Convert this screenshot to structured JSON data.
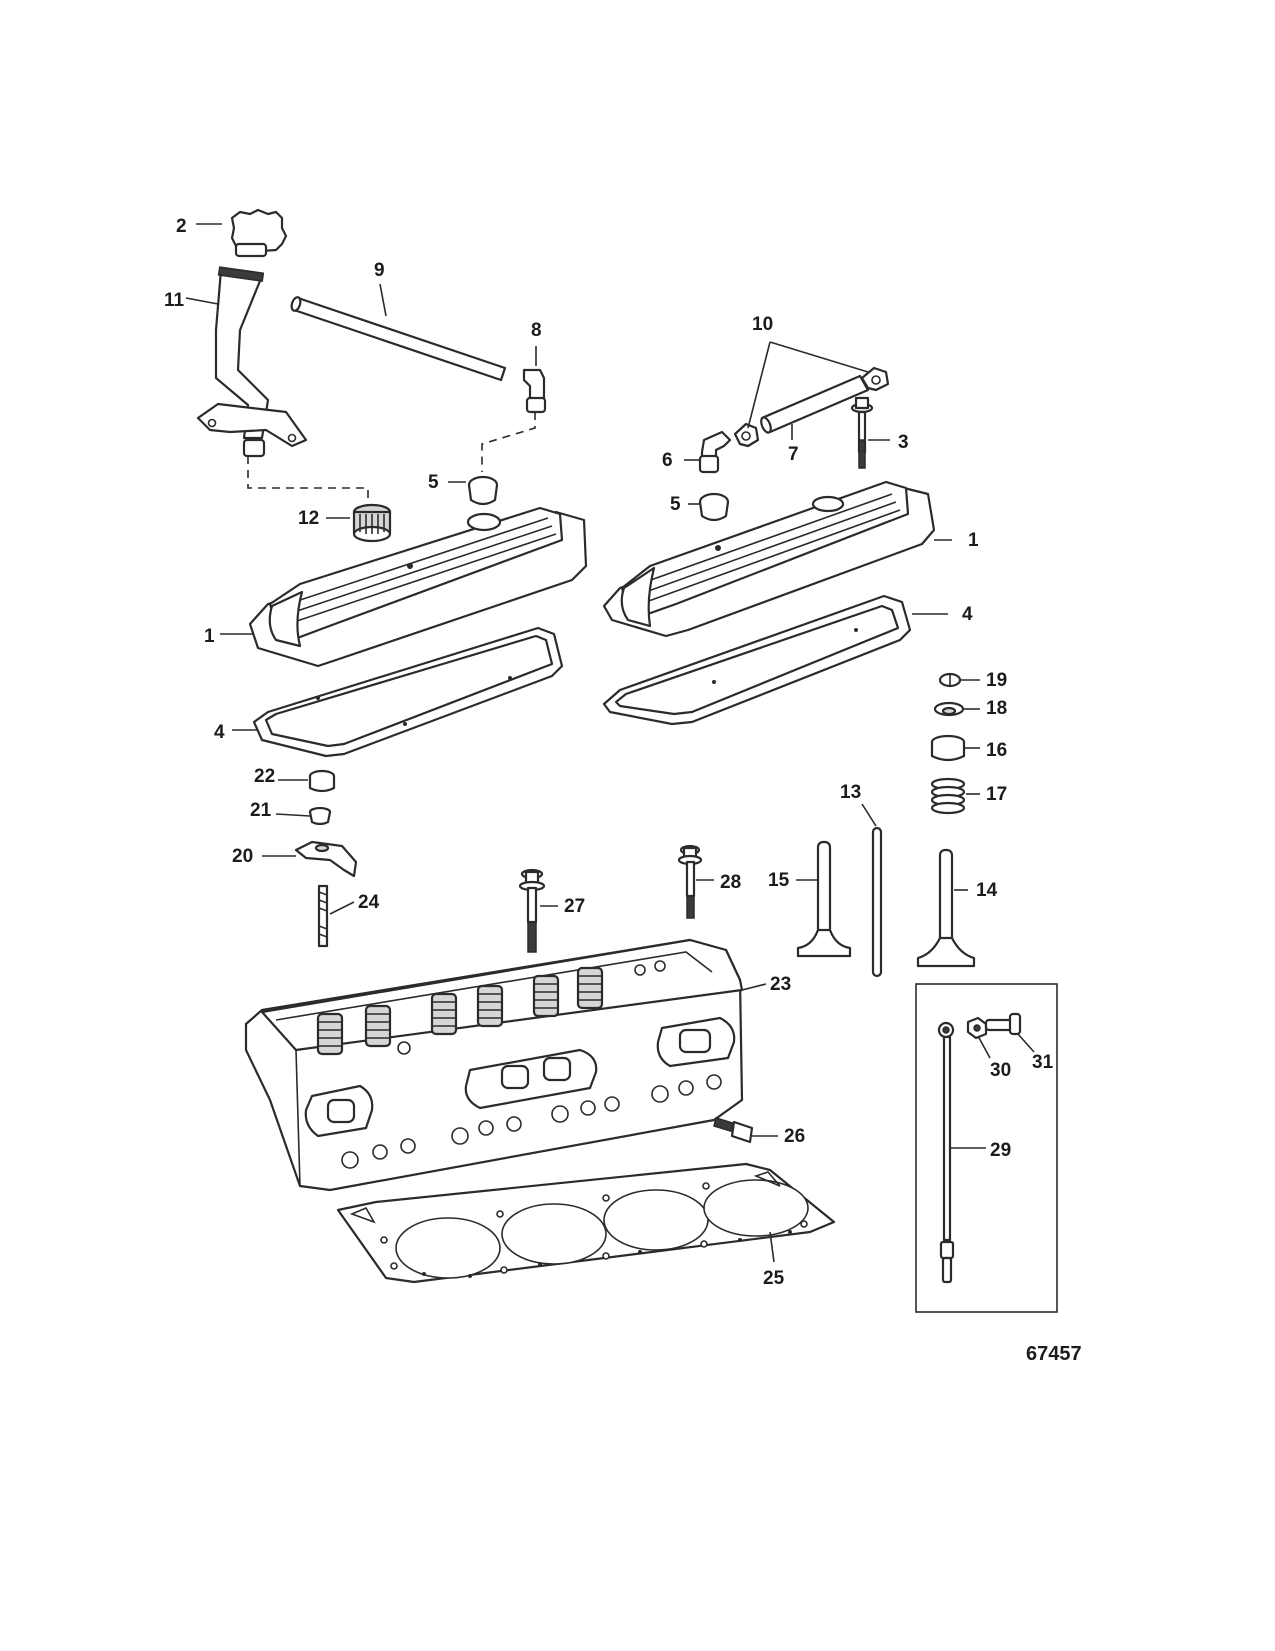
{
  "figure_number": "67457",
  "callouts": [
    "1",
    "1",
    "2",
    "3",
    "4",
    "4",
    "5",
    "5",
    "6",
    "7",
    "8",
    "9",
    "10",
    "11",
    "12",
    "13",
    "14",
    "15",
    "16",
    "17",
    "18",
    "19",
    "20",
    "21",
    "22",
    "23",
    "24",
    "25",
    "26",
    "27",
    "28",
    "29",
    "30",
    "31"
  ],
  "colors": {
    "line": "#2b2b2b",
    "fill": "#ffffff",
    "shade": "#d6d6d6"
  }
}
